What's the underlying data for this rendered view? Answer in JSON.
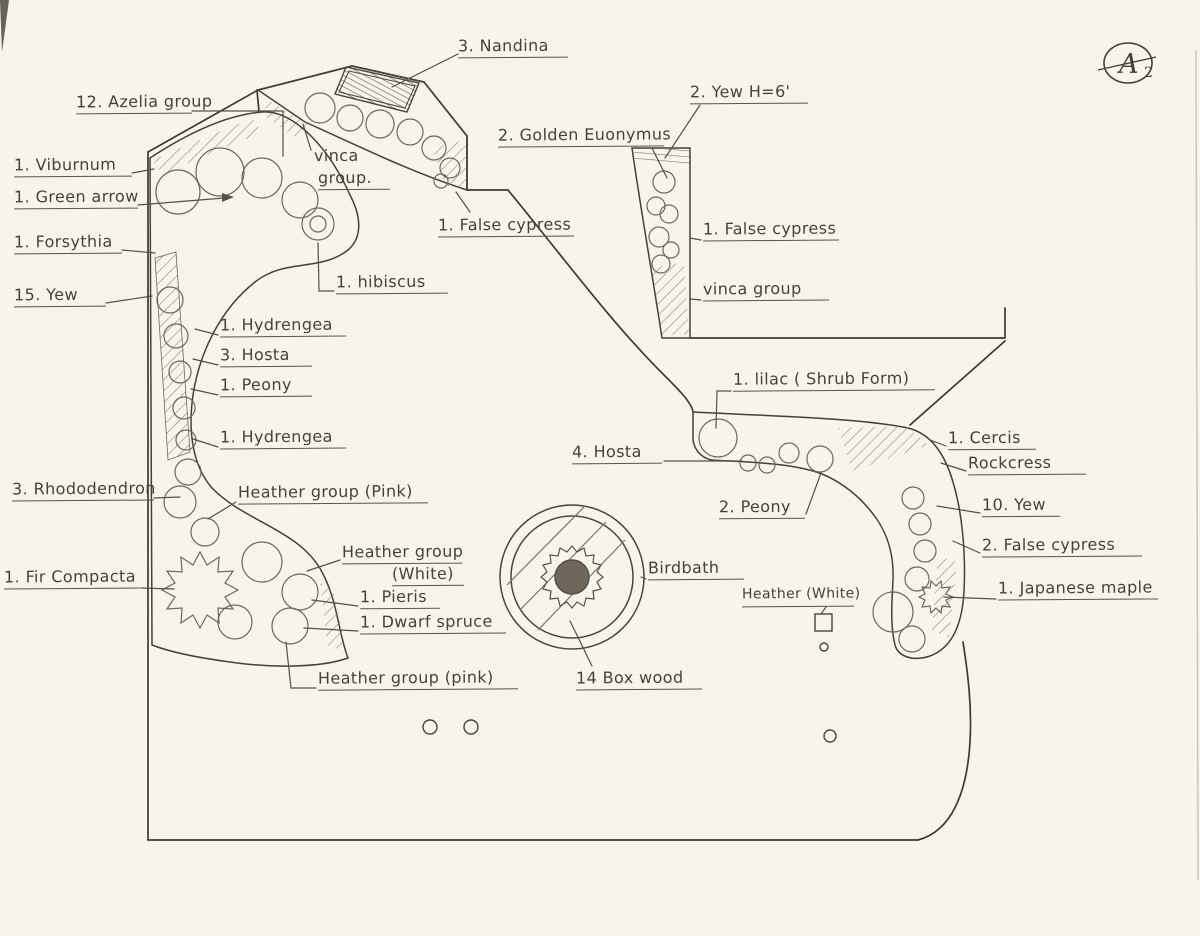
{
  "title_block": {
    "sheet_mark": "A",
    "sheet_number": "2"
  },
  "palette": {
    "paper": "#f7f4ec",
    "ink": "#3d3933",
    "pencil": "#6f6659",
    "hatch": "#8a7e6d"
  },
  "labels": {
    "nandina": "3. Nandina",
    "azelia_group": "12. Azelia group",
    "viburnum": "1. Viburnum",
    "green_arrow": "1. Green arrow",
    "forsythia": "1. Forsythia",
    "yew_15": "15. Yew",
    "vinca_top_1": "vinca",
    "vinca_top_2": "group.",
    "yew_2": "2. Yew  H=6'",
    "golden_euonymus": "2. Golden Euonymus",
    "false_cypress_center": "1. False cypress",
    "false_cypress_right": "1. False cypress",
    "vinca_group_right": "vinca  group",
    "hibiscus": "1. hibiscus",
    "hydrengea_upper": "1. Hydrengea",
    "hosta_3": "3. Hosta",
    "peony_1": "1. Peony",
    "hydrengea_lower": "1. Hydrengea",
    "lilac": "1. lilac ( Shrub Form)",
    "hosta_4": "4. Hosta",
    "cercis": "1. Cercis",
    "rockcress": "Rockcress",
    "rhododendron": "3. Rhododendron",
    "heather_group_pink_center": "Heather group (Pink)",
    "peony_2": "2. Peony",
    "yew_10": "10. Yew",
    "false_cypress_2": "2. False cypress",
    "heather_group_white_1": "Heather group",
    "heather_group_white_2": "(White)",
    "birdbath": "Birdbath",
    "heather_white_right": "Heather (White)",
    "japanese_maple": "1. Japanese maple",
    "fir_compacta": "1. Fir Compacta",
    "pieris": "1. Pieris",
    "dwarf_spruce": "1. Dwarf spruce",
    "heather_group_pink_bottom": "Heather group (pink)",
    "box_wood": "14  Box wood"
  }
}
